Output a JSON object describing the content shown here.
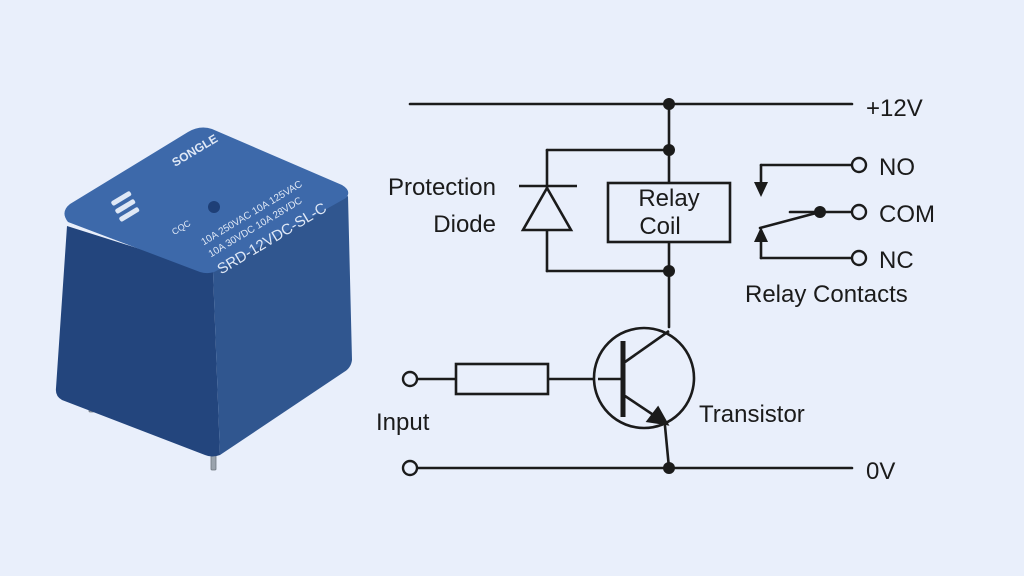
{
  "colors": {
    "background": "#e9effb",
    "wire": "#1b1b1b",
    "relay_body": "#2d5290",
    "relay_top": "#3d69aa"
  },
  "relay_photo": {
    "brand": "SONGLE",
    "line1": "10A 250VAC  10A 125VAC",
    "line2": "10A  30VDC  10A  28VDC",
    "model": "SRD-12VDC-SL-C",
    "cert": "CQC"
  },
  "labels": {
    "supply": "+12V",
    "ground": "0V",
    "protection_1": "Protection",
    "protection_2": "Diode",
    "coil_1": "Relay",
    "coil_2": "Coil",
    "no": "NO",
    "com": "COM",
    "nc": "NC",
    "contacts": "Relay Contacts",
    "input": "Input",
    "transistor": "Transistor"
  }
}
